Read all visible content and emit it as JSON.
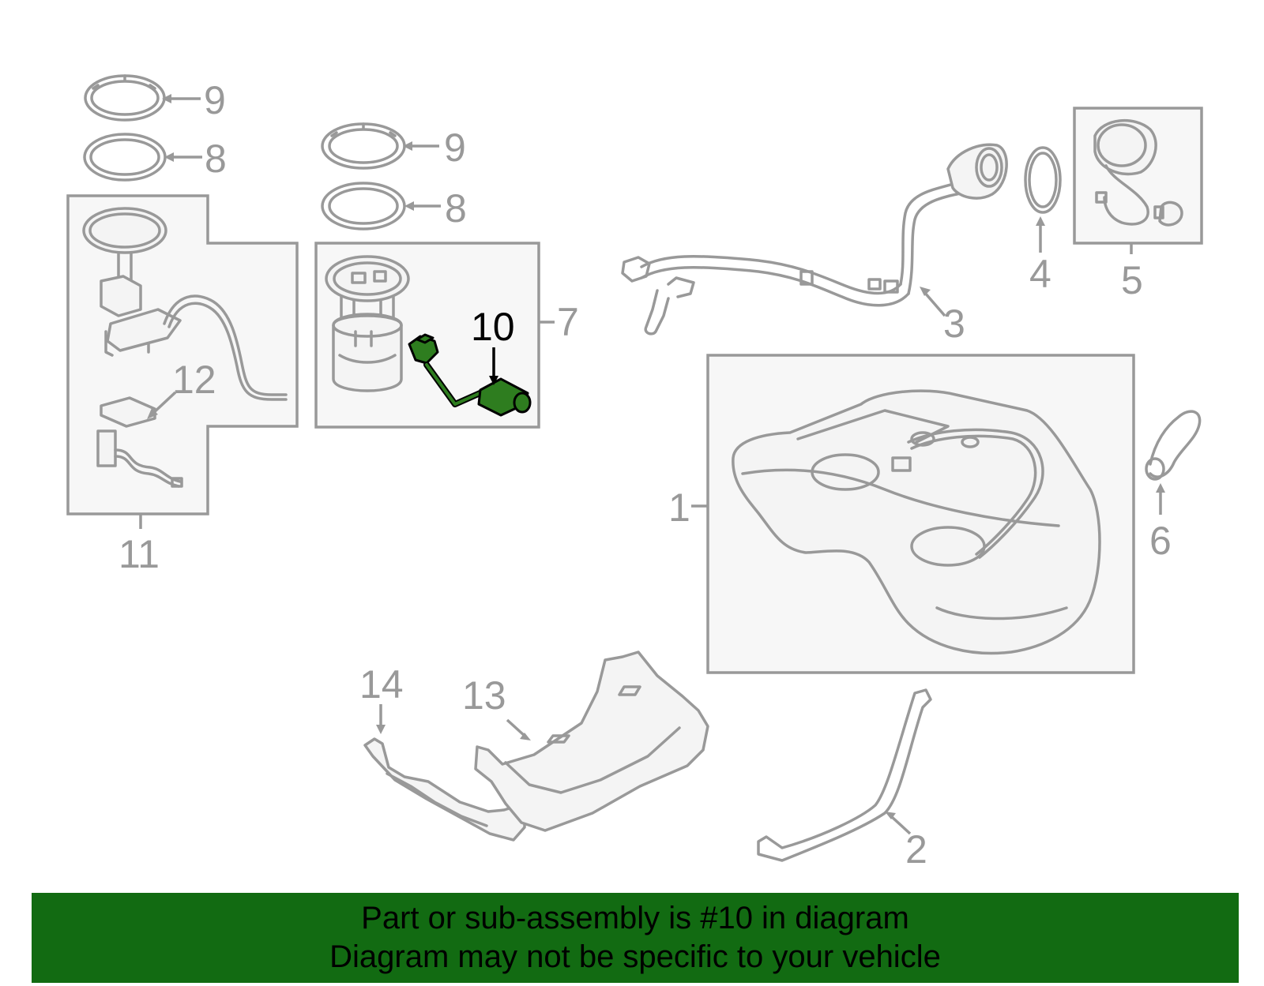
{
  "diagram": {
    "highlight_color": "#2e7d1f",
    "label_color": "#999999",
    "callouts": {
      "c9a": "9",
      "c8a": "8",
      "c9b": "9",
      "c8b": "8",
      "c10": "10",
      "c7": "7",
      "c3": "3",
      "c4": "4",
      "c5": "5",
      "c1": "1",
      "c6": "6",
      "c11": "11",
      "c12": "12",
      "c14": "14",
      "c13": "13",
      "c2": "2"
    }
  },
  "banner": {
    "background": "#126b12",
    "line1": "Part or sub-assembly is #10 in diagram",
    "line2": "Diagram may not be specific to your vehicle"
  }
}
